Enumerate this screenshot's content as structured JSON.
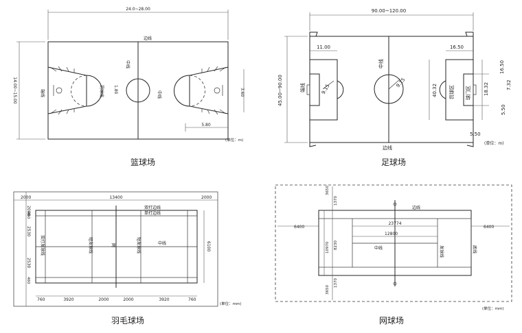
{
  "basketball": {
    "caption": "篮球场",
    "top_dim": "24.0~28.00",
    "left_dim": "14.00~15.00",
    "sideline": "边线",
    "centerline": "中线",
    "endline": "端线",
    "free_throw": "罚球线",
    "r_label": "1.80",
    "d_label": "5.80",
    "l_label": "3.60",
    "unit": "(单位：m)"
  },
  "football": {
    "caption": "足球场",
    "top_dim": "90.00~120.00",
    "left_dim": "45.00~90.00",
    "goal_area_w": "11.00",
    "penalty_w": "16.50",
    "circle_r": "9.15",
    "arc_r": "9.15",
    "centerline": "中线",
    "goal_line": "端线",
    "sideline": "边线",
    "penalty_area": "罚球区",
    "goal_area": "球门区",
    "pen_h": "40.32",
    "r1": "16.50",
    "r2": "7.32",
    "r3": "18.32",
    "r4": "5.50",
    "b1": "5.50",
    "unit": "(单位：m)"
  },
  "badminton": {
    "caption": "羽毛球场",
    "top_left": "2000",
    "top_mid": "13400",
    "top_right": "2000",
    "double_side": "双打边线",
    "single_side": "单打边线",
    "double_serve": "双打发球线",
    "short_serve_l": "短发球线",
    "net": "网",
    "short_serve_r": "短发球线",
    "center": "中线",
    "right_dim": "6100",
    "left_top": "2000",
    "left_a": "2530",
    "left_b": "2530",
    "left_c": "460",
    "left_d": "460",
    "bot_a": "760",
    "bot_b": "3920",
    "bot_c": "2000",
    "bot_d": "2000",
    "bot_e": "3920",
    "bot_f": "760",
    "unit": "(单位：mm)"
  },
  "tennis": {
    "caption": "网球场",
    "sideline": "边线",
    "left_dim": "6400",
    "right_dim": "6400",
    "len_a": "23774",
    "len_b": "12800",
    "center": "中线",
    "serve_line": "发球线",
    "baseline": "底线",
    "h_top": "3650",
    "h_mid1": "1370",
    "h_mid2": "10970",
    "h_mid3": "8230",
    "h_low": "1370",
    "h_bot": "3650",
    "unit": "(单位：mm)"
  }
}
